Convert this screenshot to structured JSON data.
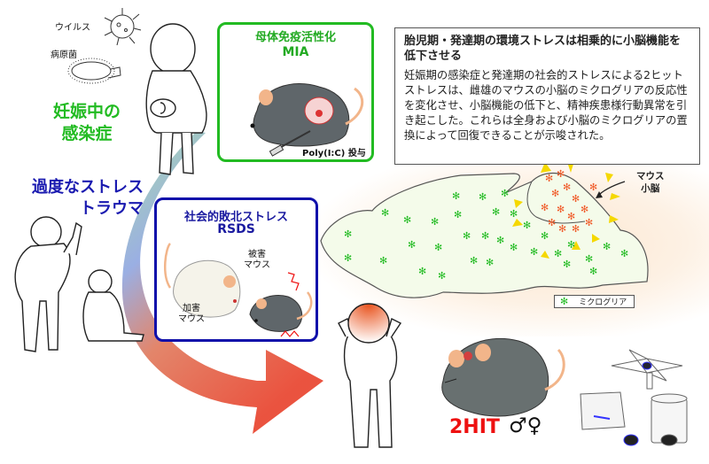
{
  "summary": {
    "title": "胎児期・発達期の環境ストレスは相乗的に小脳機能を低下させる",
    "body": "妊娠期の感染症と発達期の社会的ストレスによる2ヒットストレスは、雌雄のマウスの小脳のミクログリアの反応性を変化させ、小脳機能の低下と、精神疾患様行動異常を引き起こした。これらは全身および小脳のミクログリアの置換によって回復できることが示唆された。"
  },
  "infection": {
    "label_line1": "妊娠中の",
    "label_line2": "感染症",
    "virus_label": "ウイルス",
    "bacteria_label": "病原菌"
  },
  "mia_panel": {
    "title": "母体免疫活性化",
    "subtitle": "MIA",
    "injection_label": "Poly(I:C) 投与"
  },
  "stress": {
    "label_line1": "過度なストレス",
    "label_line2": "トラウマ"
  },
  "rsds_panel": {
    "title": "社会的敗北ストレス",
    "subtitle": "RSDS",
    "aggressor_line1": "加害",
    "aggressor_line2": "マウス",
    "victim_line1": "被害",
    "victim_line2": "マウス"
  },
  "brain": {
    "cerebellum_label_line1": "マウス",
    "cerebellum_label_line2": "小脳",
    "legend_label": "ミクログリア",
    "microglia_normal_color": "#22bb22",
    "microglia_reactive_color": "#f05a28"
  },
  "outcome": {
    "hit_label": "2HIT",
    "sex_symbols": "♂♀"
  },
  "colors": {
    "infection_green": "#22bb22",
    "stress_blue": "#1a1ab0",
    "hit_red": "#ee1111",
    "arrow_orange": "#e8502a"
  }
}
